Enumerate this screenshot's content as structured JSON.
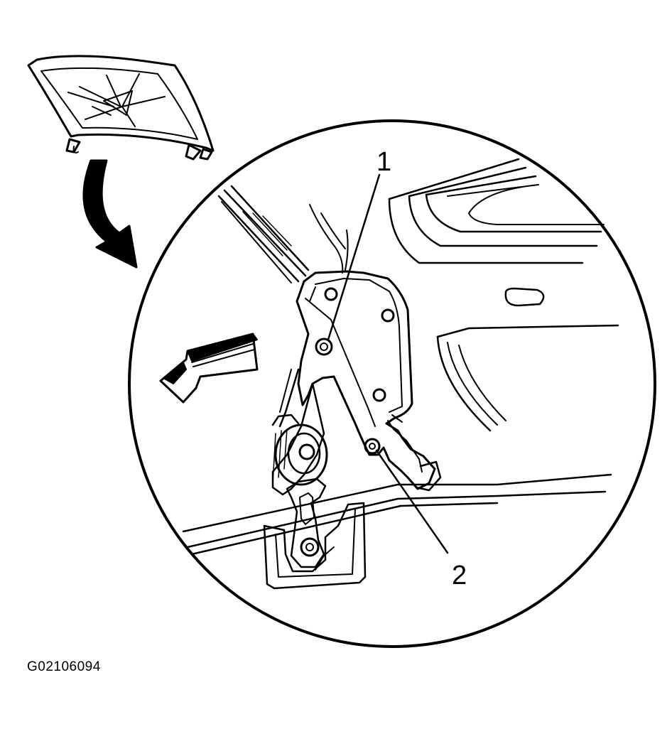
{
  "figure": {
    "id_code": "G02106094",
    "callouts": [
      {
        "label": "1"
      },
      {
        "label": "2"
      }
    ],
    "line_color": "#000000",
    "background_color": "#ffffff"
  }
}
